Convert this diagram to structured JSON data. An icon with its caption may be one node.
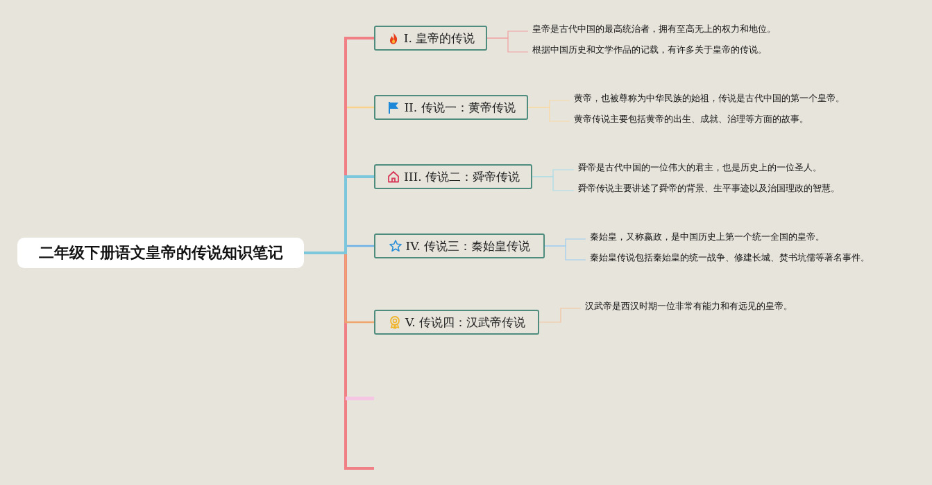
{
  "diagram": {
    "nodes": [
      {
        "text": [
          "二年级下册语文皇帝的传说知识笔记"
        ]
      },
      {
        "text": [
          "I. 皇帝的传说"
        ]
      },
      {
        "text": [
          "II. 传说一：黄帝传说"
        ]
      },
      {
        "text": [
          "III. 传说二：舜帝传说"
        ]
      },
      {
        "text": [
          "IV. 传说三：秦始皇传说"
        ]
      },
      {
        "text": [
          "V. 传说四：汉武帝传说"
        ]
      },
      {
        "text": [
          "皇帝是古代中国的最高统治者，拥有至高无上的权力和地位。"
        ]
      },
      {
        "text": [
          "根据中国历史和文学作品的记载，有许多关于皇帝的传说。"
        ]
      },
      {
        "text": [
          "黄帝，也被尊称为中华民族的始祖，传说是古代中国的第一个皇帝。"
        ]
      },
      {
        "text": [
          "黄帝传说主要包括黄帝的出生、成就、治理等方面的故事。"
        ]
      },
      {
        "text": [
          "舜帝是古代中国的一位伟大的君主，也是历史上的一位圣人。"
        ]
      },
      {
        "text": [
          "舜帝传说主要讲述了舜帝的背景、生平事迹以及治国理政的智慧。"
        ]
      },
      {
        "text": [
          "秦始皇，又称嬴政，是中国历史上第一个统一全国的皇帝。"
        ]
      },
      {
        "text": [
          "秦始皇传说包括秦始皇的统一战争、修建长城、焚书坑儒等著名事件。"
        ]
      },
      {
        "text": [
          "汉武帝是西汉时期一位非常有能力和有远见的皇帝。"
        ]
      }
    ],
    "edges": [
      {
        "from": 0,
        "to": 1,
        "arrow": "none",
        "style": "thick",
        "color": "#f07f86"
      },
      {
        "from": 0,
        "to": 2,
        "arrow": "none",
        "color": "#f9d38c"
      },
      {
        "from": 0,
        "to": 3,
        "arrow": "none",
        "style": "thick",
        "color": "#7cc7dc"
      },
      {
        "from": 0,
        "to": 4,
        "arrow": "none",
        "color": "#6cb2e6"
      },
      {
        "from": 0,
        "to": 5,
        "arrow": "none",
        "color": "#eea66c"
      },
      {
        "from": 1,
        "to": 6,
        "arrow": "none",
        "color": "#f0a0a0"
      },
      {
        "from": 1,
        "to": 7,
        "arrow": "none",
        "color": "#f0a0a0"
      },
      {
        "from": 2,
        "to": 8,
        "arrow": "none",
        "color": "#f9d9a0"
      },
      {
        "from": 2,
        "to": 9,
        "arrow": "none",
        "color": "#f9d9a0"
      },
      {
        "from": 3,
        "to": 10,
        "arrow": "none",
        "color": "#a8dbe6"
      },
      {
        "from": 3,
        "to": 11,
        "arrow": "none",
        "color": "#a8dbe6"
      },
      {
        "from": 4,
        "to": 12,
        "arrow": "none",
        "color": "#9ccbf0"
      },
      {
        "from": 4,
        "to": 13,
        "arrow": "none",
        "color": "#9ccbf0"
      },
      {
        "from": 5,
        "to": 14,
        "arrow": "none",
        "color": "#f3c39e"
      }
    ]
  }
}
